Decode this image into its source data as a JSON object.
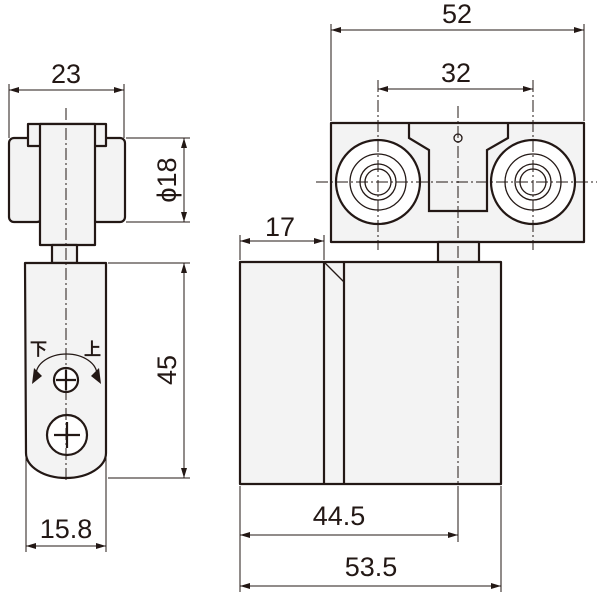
{
  "dimensions": {
    "side_width": "23",
    "roller_diameter": "ϕ18",
    "bracket_height": "45",
    "bracket_width": "15.8",
    "total_width": "52",
    "roller_pitch": "32",
    "offset": "17",
    "body_width": "44.5",
    "overall_width": "53.5"
  },
  "markings": {
    "down": "下",
    "up": "上"
  }
}
